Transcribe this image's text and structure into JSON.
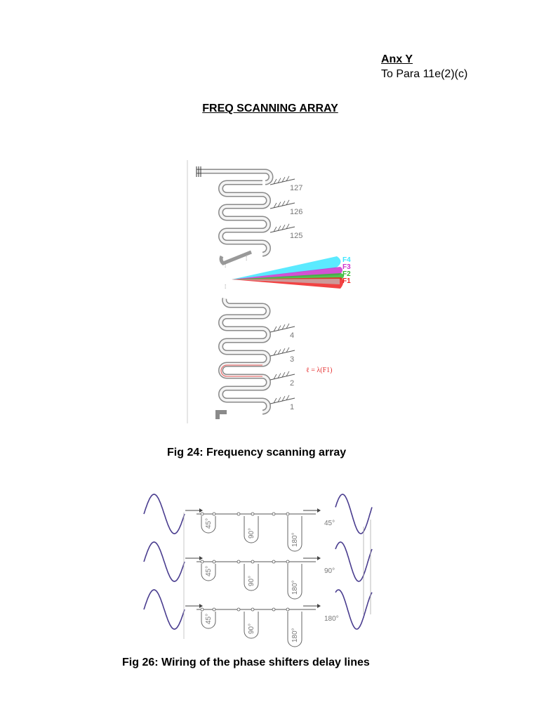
{
  "header": {
    "annex_label": "Anx  Y",
    "annex_reference": "To Para 11e(2)(c)"
  },
  "title": "FREQ SCANNING ARRAY",
  "figure_24": {
    "caption": "Fig 24: Frequency scanning array",
    "element_labels": [
      "127",
      "126",
      "125",
      "4",
      "3",
      "2",
      "1"
    ],
    "beam_labels": [
      "F4",
      "F3",
      "F2",
      "F1"
    ],
    "beam_colors": [
      "#3ee6ff",
      "#cc33cc",
      "#33bb33",
      "#ee2222"
    ],
    "length_equation": "ℓ = λ(F1)"
  },
  "figure_26": {
    "caption": "Fig 26: Wiring of the phase shifters delay lines",
    "delay_labels": [
      "45°",
      "90°",
      "180°"
    ],
    "phase_outputs": [
      "45°",
      "90°",
      "180°"
    ],
    "wave_color": "#4a3d8f"
  }
}
